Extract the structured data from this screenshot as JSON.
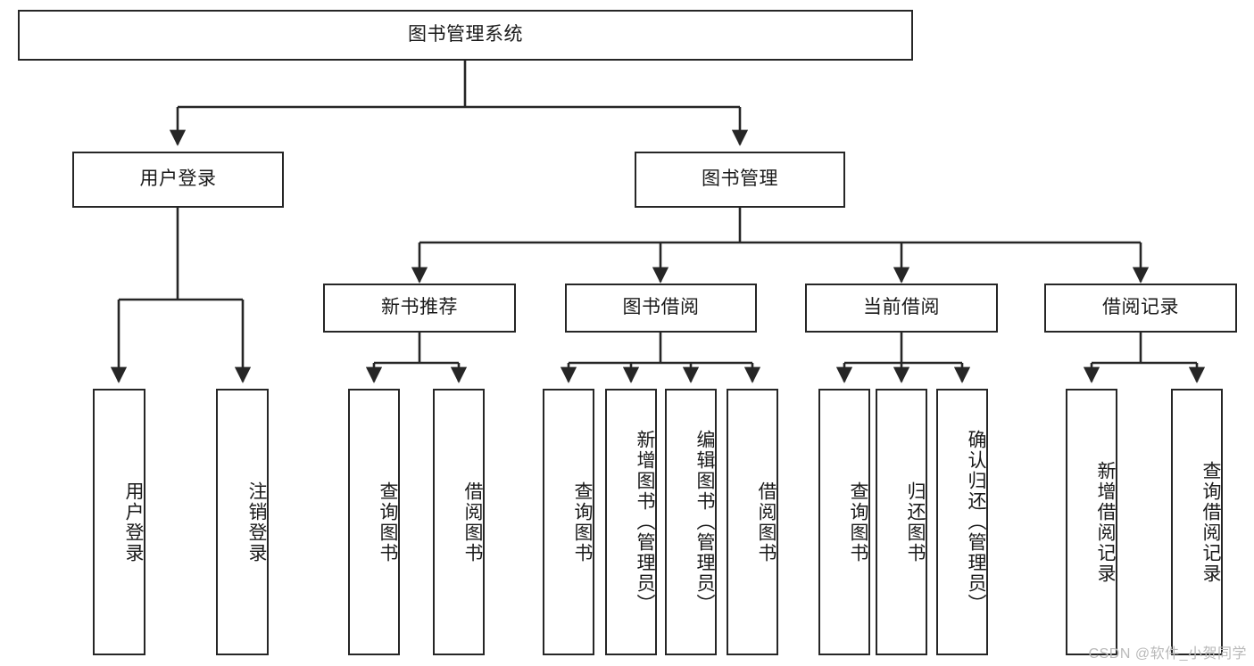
{
  "diagram": {
    "title": "图书管理系统",
    "type": "function-structure-tree",
    "watermark": "CSDN @软件_小贺同学",
    "colors": {
      "stroke": "#262626",
      "fill": "#ffffff",
      "text": "#1a1a1a",
      "watermark": "#b9b9b9"
    },
    "levels": {
      "root": {
        "label": "图书管理系统"
      },
      "level2": [
        {
          "label": "用户登录"
        },
        {
          "label": "图书管理"
        }
      ],
      "level3": [
        {
          "label": "新书推荐"
        },
        {
          "label": "图书借阅"
        },
        {
          "label": "当前借阅"
        },
        {
          "label": "借阅记录"
        }
      ],
      "leaves": {
        "user_login": [
          {
            "label": "用户登录"
          },
          {
            "label": "注销登录"
          }
        ],
        "new_book_recommend": [
          {
            "label": "查询图书"
          },
          {
            "label": "借阅图书"
          }
        ],
        "book_borrow": [
          {
            "label": "查询图书"
          },
          {
            "label": "新增图书（管理员）"
          },
          {
            "label": "编辑图书（管理员）"
          },
          {
            "label": "借阅图书"
          }
        ],
        "current_borrow": [
          {
            "label": "查询图书"
          },
          {
            "label": "归还图书"
          },
          {
            "label": "确认归还（管理员）"
          }
        ],
        "borrow_records": [
          {
            "label": "新增借阅记录"
          },
          {
            "label": "查询借阅记录"
          }
        ]
      }
    }
  }
}
